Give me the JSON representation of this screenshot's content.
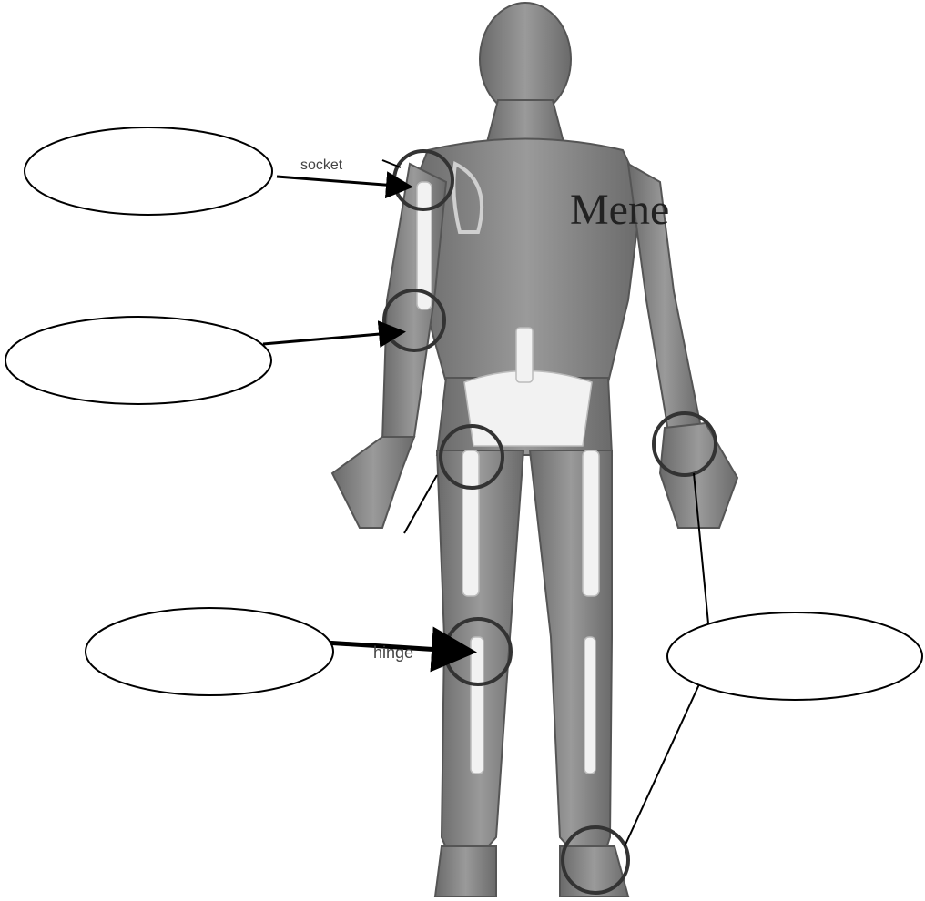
{
  "diagram": {
    "stray_text": {
      "socket": "socket",
      "hinge": "hinge",
      "mene": "Mene"
    },
    "answer_boxes": [
      {
        "id": "ball-and-socket",
        "value": ""
      },
      {
        "id": "elbow",
        "value": ""
      },
      {
        "id": "knee-hinge",
        "value": ""
      },
      {
        "id": "wrist-ankle",
        "value": ""
      }
    ],
    "joints": [
      "shoulder",
      "elbow",
      "hip",
      "wrist",
      "knee",
      "ankle"
    ]
  }
}
